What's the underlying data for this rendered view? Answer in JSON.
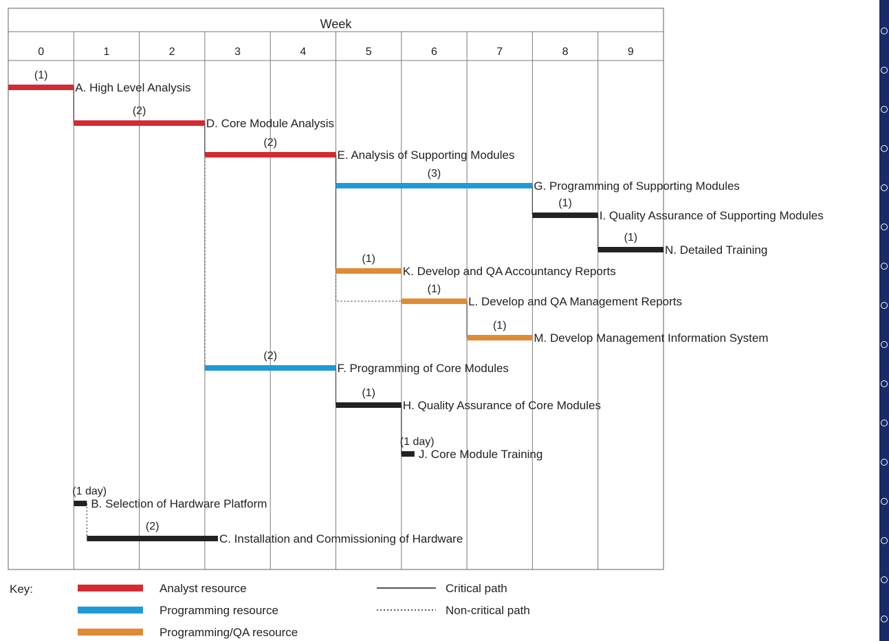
{
  "colors": {
    "analyst": "#d12b33",
    "programming": "#1f9ad6",
    "programming_qa": "#e08a34",
    "other": "#222222",
    "grid": "#7a7a7a",
    "border_strip": "#1a2a66"
  },
  "chart_data": {
    "type": "gantt",
    "header_label": "Week",
    "weeks": [
      "0",
      "1",
      "2",
      "3",
      "4",
      "5",
      "6",
      "7",
      "8",
      "9"
    ],
    "tasks": [
      {
        "id": "A",
        "label": "A. High Level Analysis",
        "duration_label": "(1)",
        "start": 0,
        "end": 1,
        "resource": "analyst",
        "row": 0
      },
      {
        "id": "D",
        "label": "D. Core Module Analysis",
        "duration_label": "(2)",
        "start": 1,
        "end": 3,
        "resource": "analyst",
        "row": 1
      },
      {
        "id": "E",
        "label": "E. Analysis of Supporting Modules",
        "duration_label": "(2)",
        "start": 3,
        "end": 5,
        "resource": "analyst",
        "row": 2
      },
      {
        "id": "G",
        "label": "G. Programming of Supporting Modules",
        "duration_label": "(3)",
        "start": 5,
        "end": 8,
        "resource": "programming",
        "row": 3
      },
      {
        "id": "I",
        "label": "I. Quality Assurance of Supporting Modules",
        "duration_label": "(1)",
        "start": 8,
        "end": 9,
        "resource": "other",
        "row": 4
      },
      {
        "id": "N",
        "label": "N. Detailed Training",
        "duration_label": "(1)",
        "start": 9,
        "end": 10,
        "resource": "other",
        "row": 5
      },
      {
        "id": "K",
        "label": "K. Develop and QA Accountancy Reports",
        "duration_label": "(1)",
        "start": 5,
        "end": 6,
        "resource": "programming_qa",
        "row": 6
      },
      {
        "id": "L",
        "label": "L. Develop and QA Management Reports",
        "duration_label": "(1)",
        "start": 6,
        "end": 7,
        "resource": "programming_qa",
        "row": 7
      },
      {
        "id": "M",
        "label": "M. Develop Management Information System",
        "duration_label": "(1)",
        "start": 7,
        "end": 8,
        "resource": "programming_qa",
        "row": 8
      },
      {
        "id": "F",
        "label": "F. Programming of Core Modules",
        "duration_label": "(2)",
        "start": 3,
        "end": 5,
        "resource": "programming",
        "row": 9
      },
      {
        "id": "H",
        "label": "H. Quality Assurance of Core Modules",
        "duration_label": "(1)",
        "start": 5,
        "end": 6,
        "resource": "other",
        "row": 10
      },
      {
        "id": "J",
        "label": "J. Core Module Training",
        "duration_label": "(1 day)",
        "start": 6,
        "end": 6.2,
        "resource": "other",
        "row": 11
      },
      {
        "id": "B",
        "label": "B. Selection of Hardware Platform",
        "duration_label": "(1 day)",
        "start": 1,
        "end": 1.2,
        "resource": "other",
        "row": 12
      },
      {
        "id": "C",
        "label": "C. Installation and Commissioning of Hardware",
        "duration_label": "(2)",
        "start": 1.2,
        "end": 3.2,
        "resource": "other",
        "row": 13
      }
    ],
    "dependencies": [
      {
        "from": "A",
        "to": "D",
        "type": "critical"
      },
      {
        "from": "D",
        "to": "E",
        "type": "critical"
      },
      {
        "from": "E",
        "to": "G",
        "type": "critical"
      },
      {
        "from": "G",
        "to": "I",
        "type": "critical"
      },
      {
        "from": "I",
        "to": "N",
        "type": "critical"
      },
      {
        "from": "E",
        "to": "K",
        "type": "critical"
      },
      {
        "from": "E",
        "to": "L",
        "type": "non-critical"
      },
      {
        "from": "L",
        "to": "M",
        "type": "critical"
      },
      {
        "from": "D",
        "to": "F",
        "type": "non-critical"
      },
      {
        "from": "F",
        "to": "H",
        "type": "critical"
      },
      {
        "from": "H",
        "to": "J",
        "type": "critical"
      },
      {
        "from": "B",
        "to": "C",
        "type": "non-critical"
      }
    ],
    "key": {
      "title": "Key:",
      "resources": [
        {
          "name": "Analyst resource",
          "resource": "analyst"
        },
        {
          "name": "Programming resource",
          "resource": "programming"
        },
        {
          "name": "Programming/QA resource",
          "resource": "programming_qa"
        }
      ],
      "paths": [
        {
          "name": "Critical path",
          "style": "solid"
        },
        {
          "name": "Non-critical path",
          "style": "dotted"
        }
      ]
    }
  }
}
